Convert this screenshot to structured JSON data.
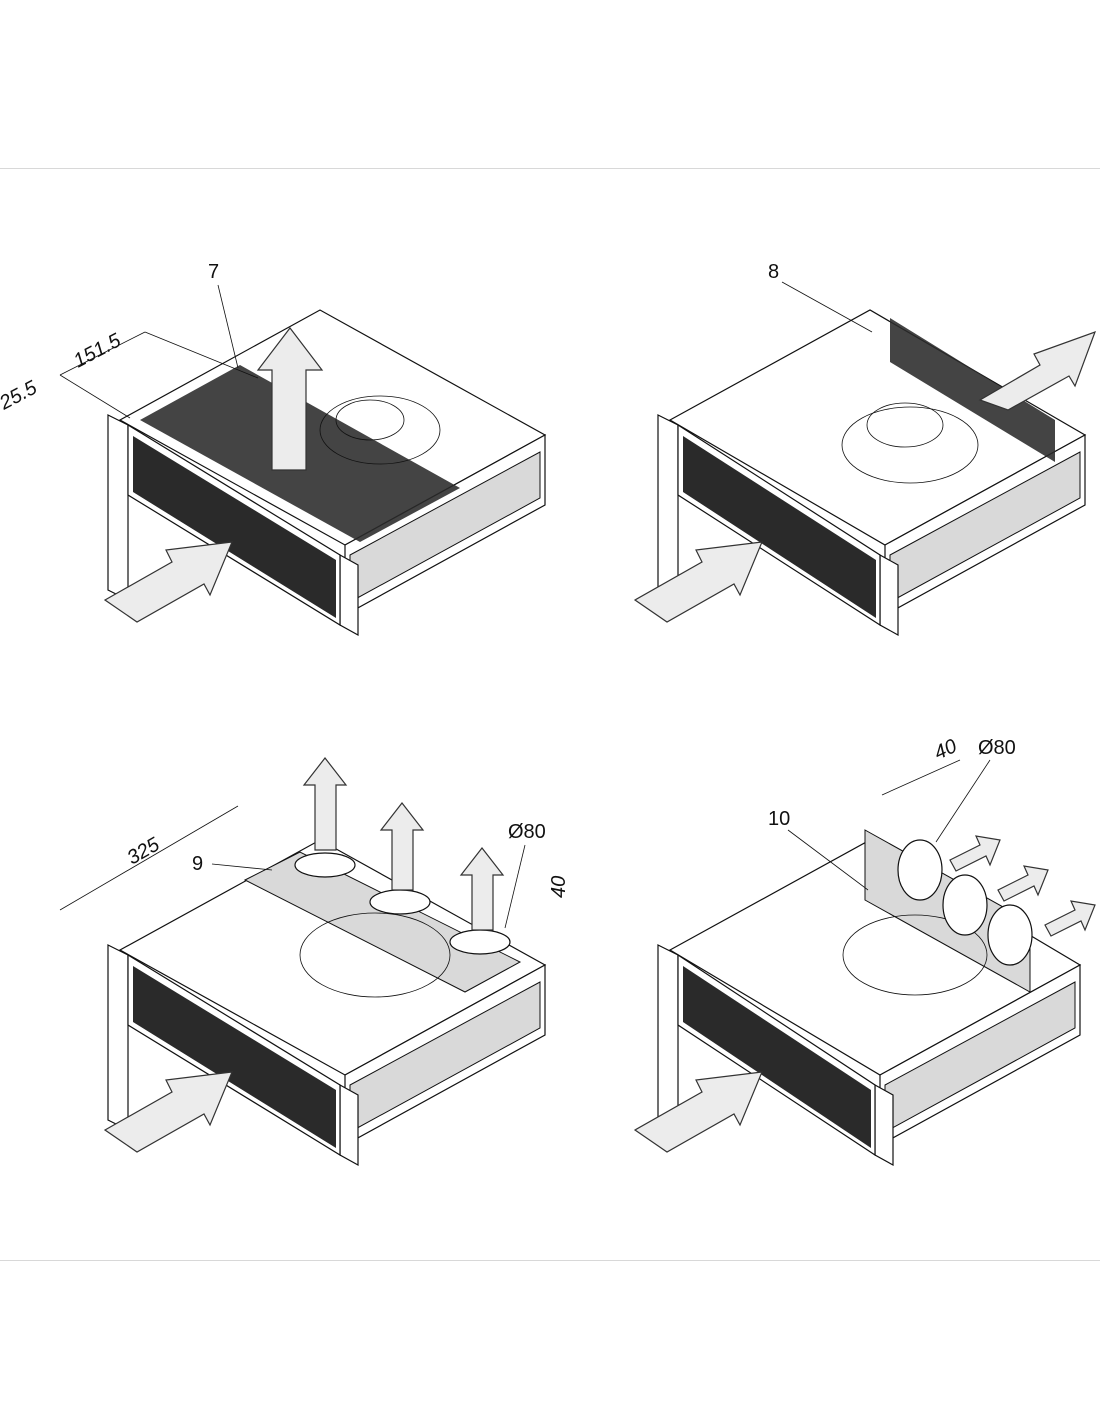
{
  "colors": {
    "line": "#111111",
    "arrow_fill": "#ececec",
    "mesh": "#2a2a2a",
    "shade": "#d9d9d9",
    "background": "#ffffff"
  },
  "panels": [
    {
      "label": "7",
      "dims": [
        "25.5",
        "151.5"
      ]
    },
    {
      "label": "8"
    },
    {
      "label": "9",
      "dims": [
        "325",
        "Ø80",
        "40"
      ]
    },
    {
      "label": "10",
      "dims": [
        "40",
        "Ø80"
      ]
    }
  ]
}
